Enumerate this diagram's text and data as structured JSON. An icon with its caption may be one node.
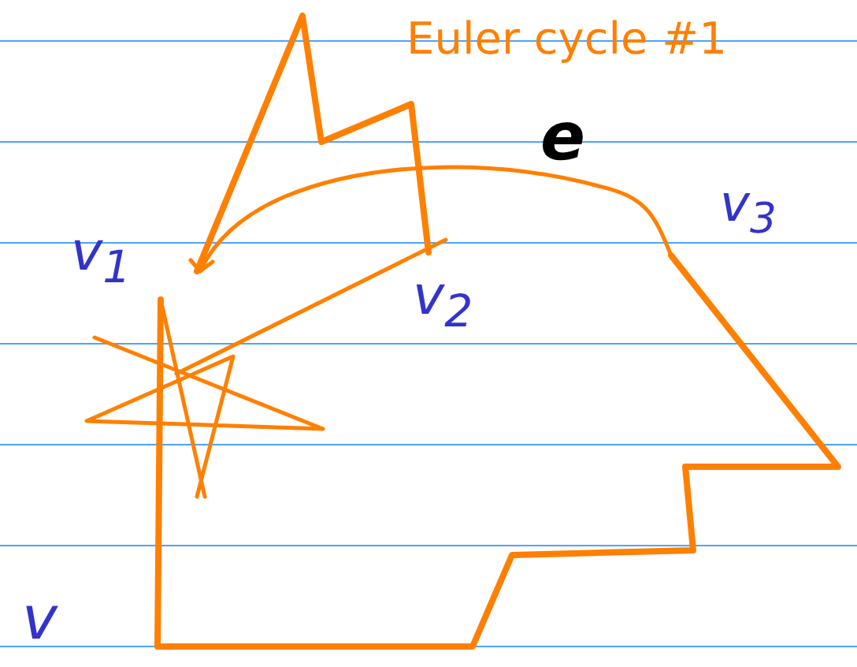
{
  "diagram": {
    "title": "Euler cycle #1",
    "labels": [
      "v$_{1}$",
      "e",
      "v$_{3}$",
      "v$_{2}$",
      "v"
    ]
  }
}
